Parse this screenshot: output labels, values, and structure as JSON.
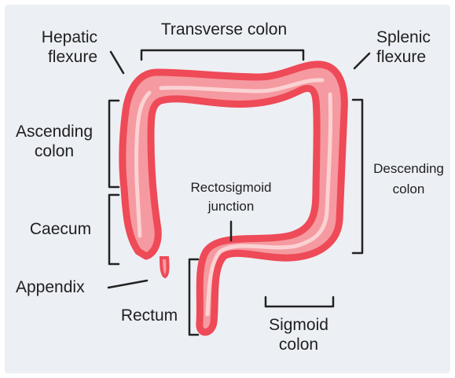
{
  "colors": {
    "background": "#eceff4",
    "colon_outline": "#ee4a57",
    "colon_fill": "#f59aa0",
    "colon_highlight": "#fbd2d4",
    "bracket": "#222222",
    "text": "#1f1f1f"
  },
  "labels": {
    "transverse_colon": "Transverse colon",
    "hepatic_flexure": [
      "Hepatic",
      "flexure"
    ],
    "splenic_flexure": [
      "Splenic",
      "flexure"
    ],
    "ascending_colon": [
      "Ascending",
      "colon"
    ],
    "descending_colon": [
      "Descending",
      "colon"
    ],
    "rectosigmoid_junction": [
      "Rectosigmoid",
      "junction"
    ],
    "caecum": "Caecum",
    "appendix": "Appendix",
    "rectum": "Rectum",
    "sigmoid_colon": [
      "Sigmoid",
      "colon"
    ]
  }
}
